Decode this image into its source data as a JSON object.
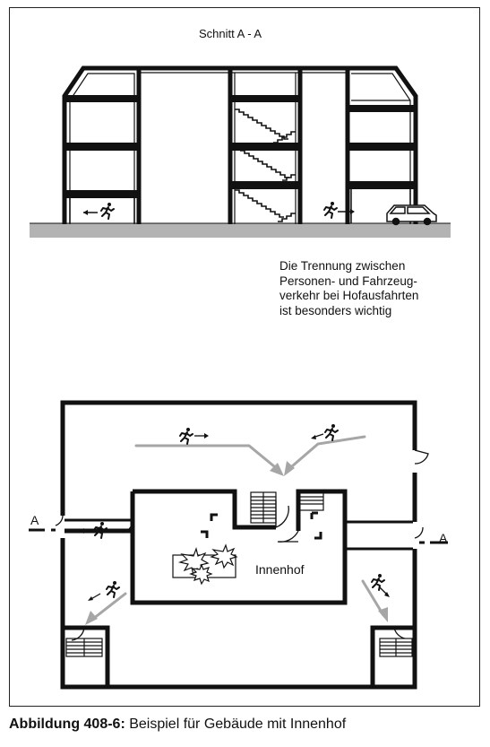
{
  "section": {
    "title": "Schnitt A - A",
    "note": [
      "Die Trennung zwischen",
      "Personen- und Fahrzeug-",
      "verkehr bei  Hofausfahrten",
      "ist besonders wichtig"
    ]
  },
  "plan": {
    "courtyard_label": "Innenhof",
    "section_marker_left": "A",
    "section_marker_right": "A"
  },
  "caption": {
    "label": "Abbildung 408-6:",
    "text": " Beispiel für Gebäude mit Innenhof"
  },
  "colors": {
    "line": "#111111",
    "ground": "#b3b3b3",
    "arrow_gray": "#a6a6a6"
  },
  "icons": [
    "running-person-icon",
    "car-icon",
    "tree-icon",
    "door-swing-icon",
    "stair-icon"
  ]
}
